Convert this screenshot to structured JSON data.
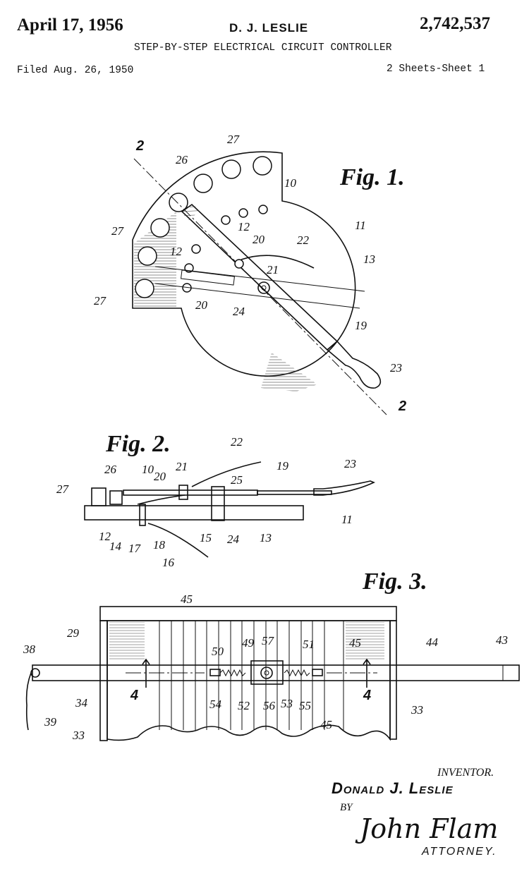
{
  "header": {
    "date": "April 17, 1956",
    "inventor": "D. J. LESLIE",
    "patent_number": "2,742,537",
    "title": "STEP-BY-STEP ELECTRICAL CIRCUIT CONTROLLER",
    "filed": "Filed Aug. 26, 1950",
    "sheets": "2 Sheets-Sheet 1"
  },
  "fig1": {
    "title": "Fig. 1.",
    "section_marks": [
      "2",
      "2"
    ],
    "labels": [
      "27",
      "26",
      "10",
      "12",
      "27",
      "12",
      "20",
      "22",
      "11",
      "13",
      "21",
      "27",
      "20",
      "24",
      "19",
      "23"
    ]
  },
  "fig2": {
    "title": "Fig. 2.",
    "labels": [
      "22",
      "23",
      "26",
      "10",
      "21",
      "25",
      "19",
      "27",
      "20",
      "11",
      "12",
      "14",
      "17",
      "18",
      "15",
      "24",
      "13",
      "16"
    ]
  },
  "fig3": {
    "title": "Fig. 3.",
    "section_marks": [
      "4",
      "4"
    ],
    "labels": [
      "45",
      "29",
      "50",
      "49",
      "57",
      "51",
      "45",
      "44",
      "43",
      "38",
      "34",
      "54",
      "52",
      "56",
      "53",
      "55",
      "33",
      "39",
      "33",
      "45"
    ]
  },
  "signature": {
    "inventor_label": "INVENTOR.",
    "inventor_name": "Donald J. Leslie",
    "by": "BY",
    "attorney_signature": "John Flam",
    "attorney_label": "ATTORNEY."
  }
}
